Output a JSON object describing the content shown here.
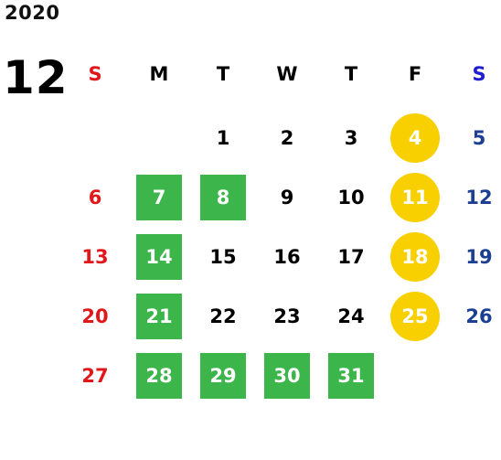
{
  "year": "2020",
  "month": "12",
  "weekdays": [
    "S",
    "M",
    "T",
    "W",
    "T",
    "F",
    "S"
  ],
  "colors": {
    "sunday": "#e0181b",
    "saturday": "#1c3f94",
    "saturday_header": "#1f1fd1",
    "green_highlight": "#3cb54a",
    "yellow_highlight": "#f8d000"
  },
  "weeks": [
    [
      "",
      "",
      "1",
      "2",
      "3",
      "4",
      "5"
    ],
    [
      "6",
      "7",
      "8",
      "9",
      "10",
      "11",
      "12"
    ],
    [
      "13",
      "14",
      "15",
      "16",
      "17",
      "18",
      "19"
    ],
    [
      "20",
      "21",
      "22",
      "23",
      "24",
      "25",
      "26"
    ],
    [
      "27",
      "28",
      "29",
      "30",
      "31",
      "",
      ""
    ]
  ],
  "green_days": [
    "7",
    "8",
    "14",
    "21",
    "28",
    "29",
    "30",
    "31"
  ],
  "yellow_days": [
    "4",
    "11",
    "18",
    "25"
  ]
}
